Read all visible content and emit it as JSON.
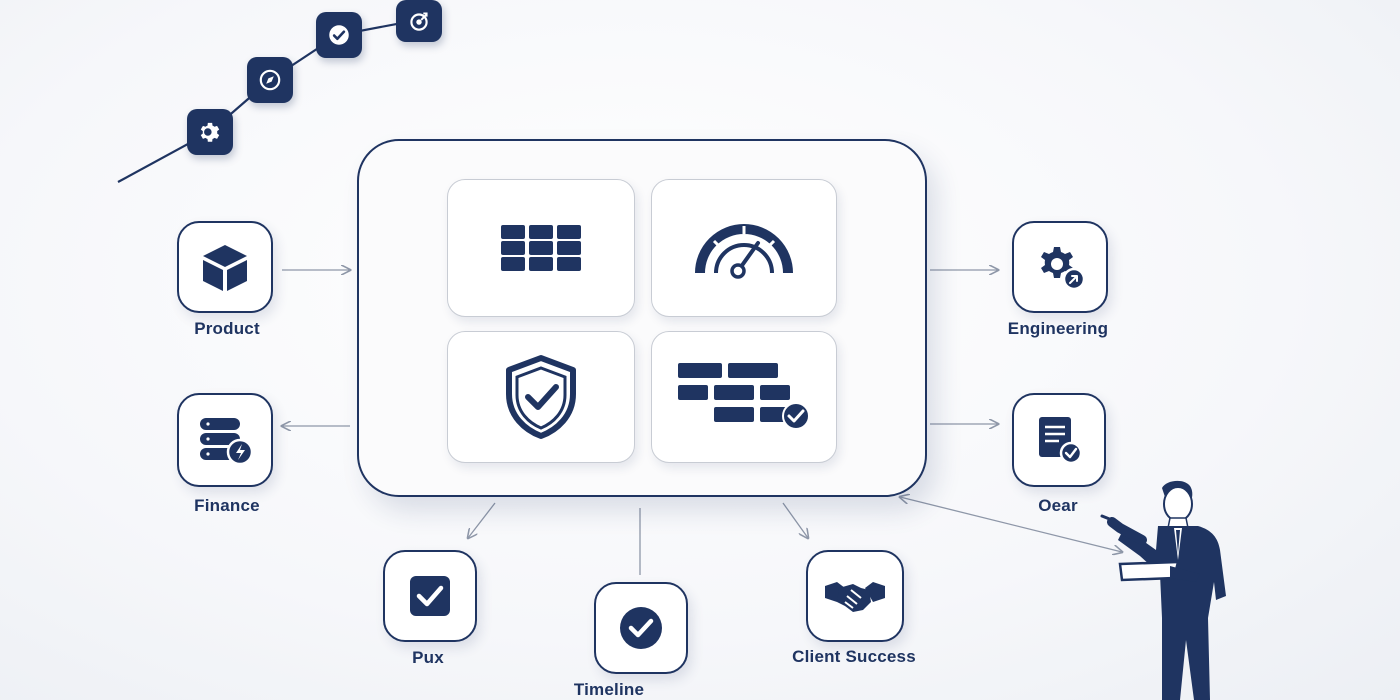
{
  "departments": {
    "product": {
      "label": "Product",
      "icon": "cube-icon"
    },
    "finance": {
      "label": "Finance",
      "icon": "database-bolt-icon"
    },
    "engineering": {
      "label": "Engineering",
      "icon": "gear-badge-icon"
    },
    "oear": {
      "label": "Oear",
      "icon": "document-check-icon"
    },
    "pux": {
      "label": "Pux",
      "icon": "checkbox-icon"
    },
    "timeline": {
      "label": "Timeline",
      "icon": "check-circle-icon"
    },
    "client_success": {
      "label": "Client Success",
      "icon": "handshake-icon"
    }
  },
  "hub_tiles": [
    "grid-icon",
    "speedometer-icon",
    "shield-check-icon",
    "brick-wall-check-icon"
  ],
  "steps": [
    "gear-icon",
    "compass-icon",
    "check-icon",
    "target-icon"
  ],
  "colors": {
    "navy": "#1f3461",
    "background": "#f6f7fa",
    "card": "#ffffff",
    "connector": "#8e97a8"
  }
}
